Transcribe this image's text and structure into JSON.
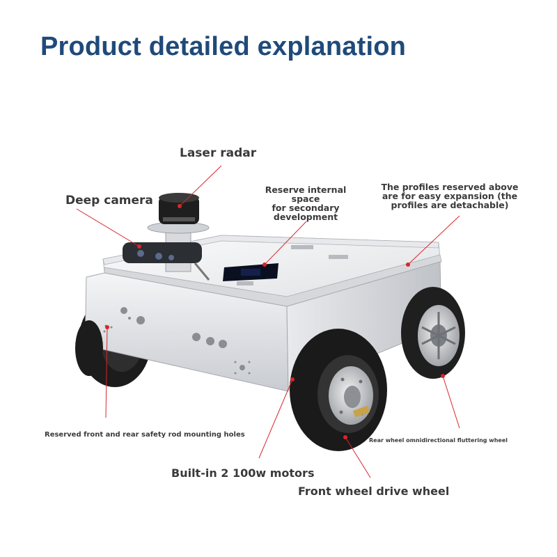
{
  "title": "Product detailed explanation",
  "labels": {
    "laser_radar": "Laser radar",
    "deep_camera": "Deep camera",
    "reserve_space": "Reserve internal space\nfor secondary\ndevelopment",
    "profiles": "The profiles reserved above\nare for easy expansion (the\nprofiles are detachable)",
    "safety_rod": "Reserved front and rear safety rod mounting holes",
    "rear_wheel": "Rear wheel omnidirectional fluttering wheel",
    "motors": "Built-in 2 100w motors",
    "front_wheel": "Front wheel drive wheel"
  },
  "colors": {
    "title": "#1f4a7a",
    "leader_line": "#d9252a",
    "text": "#3a3a3a"
  }
}
